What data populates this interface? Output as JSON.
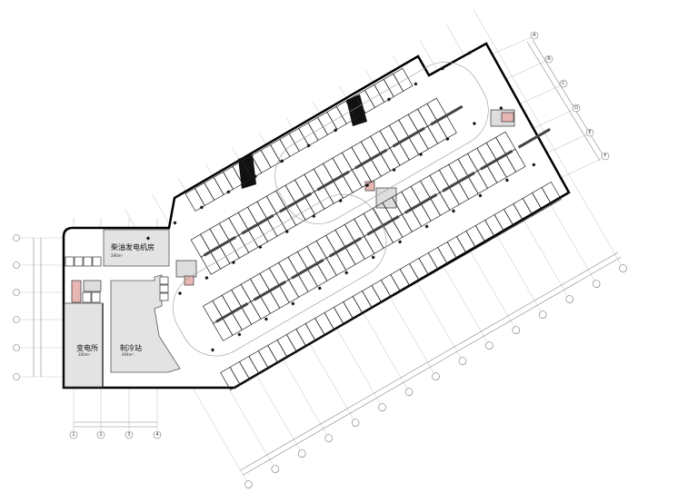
{
  "rooms": {
    "diesel_generator": {
      "name": "柴油发电机房",
      "area": "286m²"
    },
    "substation": {
      "name": "变电所",
      "area": "280m²"
    },
    "chiller": {
      "name": "制冷站",
      "area": "494m²"
    }
  },
  "grid_labels": {
    "bottom": [
      "1",
      "2",
      "3",
      "4"
    ],
    "right": [
      "A",
      "B",
      "C",
      "D",
      "E",
      "F"
    ]
  },
  "colors": {
    "room_fill": "#e3e3e3",
    "wall": "#000000",
    "accent_room": "#e8b7b4",
    "grid": "#bfbfbf"
  }
}
